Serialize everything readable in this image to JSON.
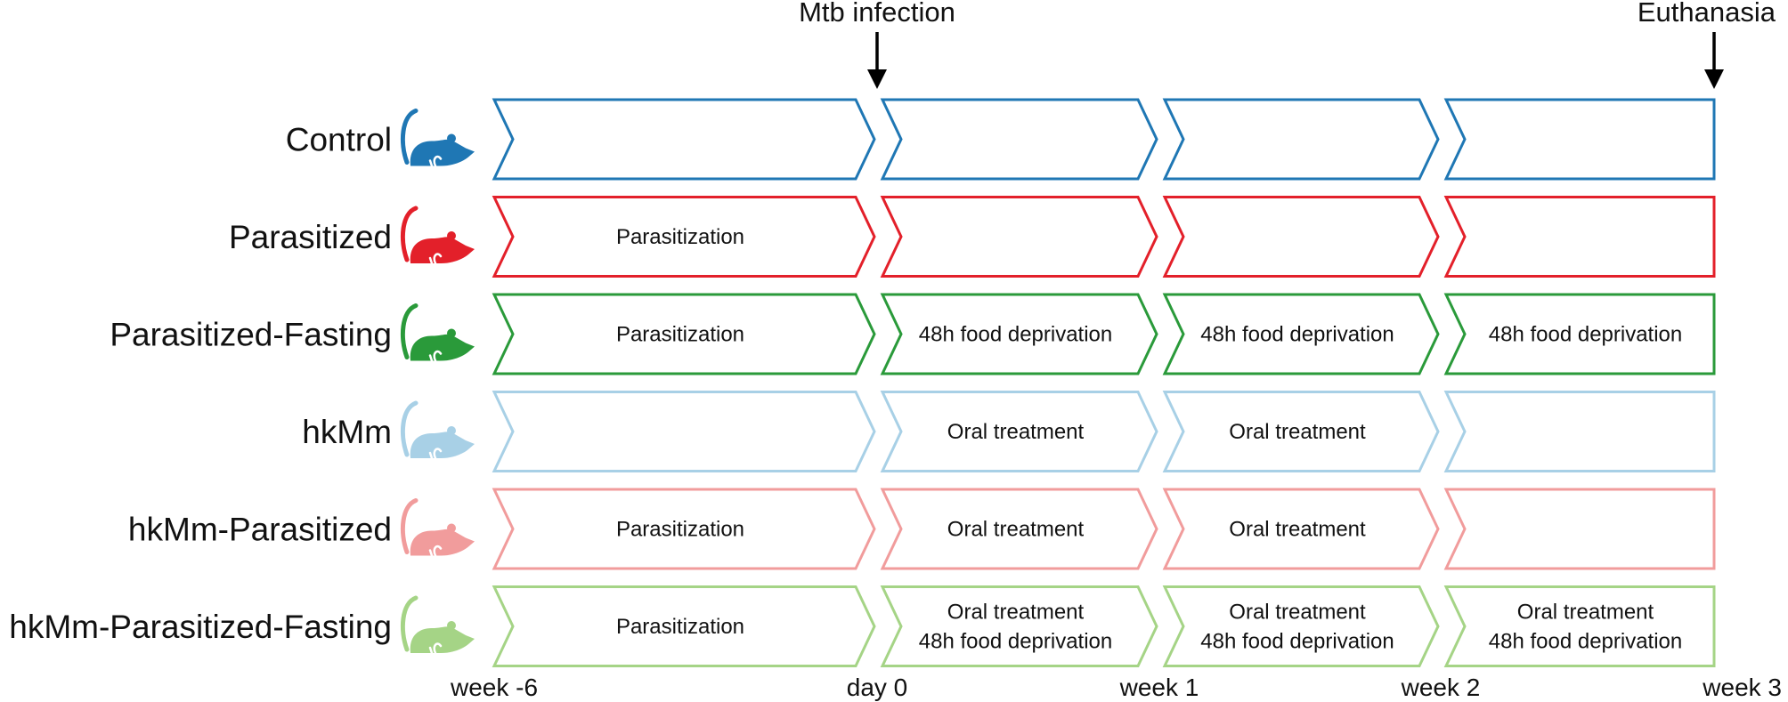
{
  "events": [
    {
      "label": "Mtb infection",
      "at": "day 0"
    },
    {
      "label": "Euthanasia",
      "at": "week 3"
    }
  ],
  "timeline_ticks": [
    "week -6",
    "day 0",
    "week 1",
    "week 2",
    "week 3"
  ],
  "groups": [
    {
      "name": "Control",
      "color": "#1f77b4",
      "segments": [
        [],
        [],
        [],
        []
      ]
    },
    {
      "name": "Parasitized",
      "color": "#e3202a",
      "segments": [
        [
          "Parasitization"
        ],
        [],
        [],
        []
      ]
    },
    {
      "name": "Parasitized-Fasting",
      "color": "#2a9a3a",
      "segments": [
        [
          "Parasitization"
        ],
        [
          "48h food deprivation"
        ],
        [
          "48h food deprivation"
        ],
        [
          "48h food deprivation"
        ]
      ]
    },
    {
      "name": "hkMm",
      "color": "#a8d0e6",
      "segments": [
        [],
        [
          "Oral treatment"
        ],
        [
          "Oral treatment"
        ],
        []
      ]
    },
    {
      "name": "hkMm-Parasitized",
      "color": "#f19c9c",
      "segments": [
        [
          "Parasitization"
        ],
        [
          "Oral treatment"
        ],
        [
          "Oral treatment"
        ],
        []
      ]
    },
    {
      "name": "hkMm-Parasitized-Fasting",
      "color": "#a5d486",
      "segments": [
        [
          "Parasitization"
        ],
        [
          "Oral treatment",
          "48h food deprivation"
        ],
        [
          "Oral treatment",
          "48h food deprivation"
        ],
        [
          "Oral treatment",
          "48h food deprivation"
        ]
      ]
    }
  ]
}
